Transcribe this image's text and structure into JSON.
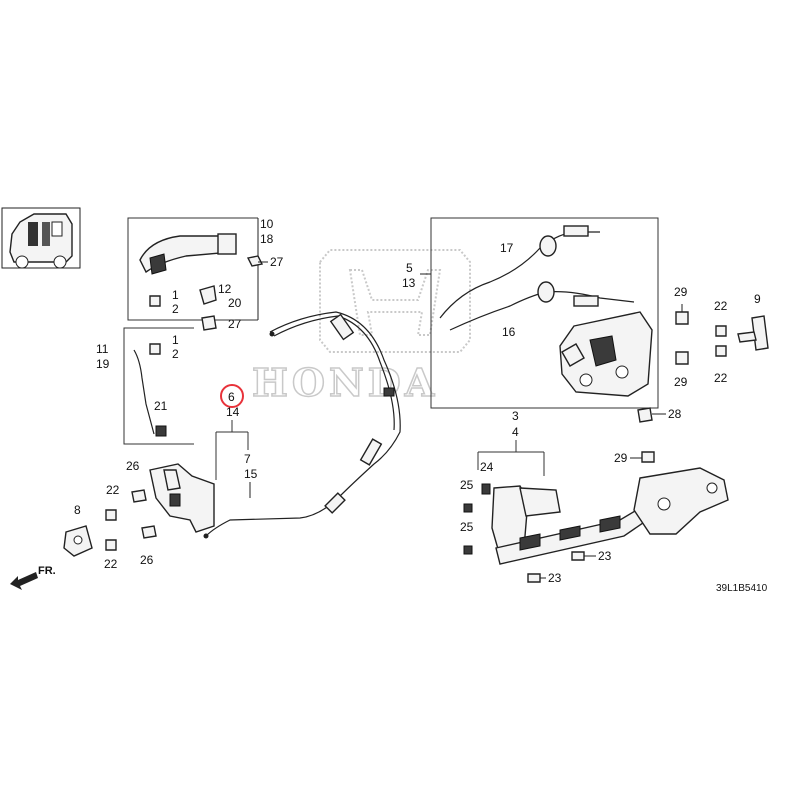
{
  "diagram": {
    "brand_watermark": "HONDA",
    "image_code": "39L1B5410",
    "direction_marker": "FR.",
    "highlighted_callout": "6",
    "callouts": {
      "c10": "10",
      "c18": "18",
      "c27a": "27",
      "c12": "12",
      "c20": "20",
      "c27b": "27",
      "c1a": "1",
      "c2a": "2",
      "c11": "11",
      "c19": "19",
      "c1b": "1",
      "c2b": "2",
      "c21": "21",
      "c6": "6",
      "c14": "14",
      "c7": "7",
      "c15": "15",
      "c26a": "26",
      "c22a": "22",
      "c8": "8",
      "c22b": "22",
      "c26b": "26",
      "c5": "5",
      "c13": "13",
      "c17": "17",
      "c16": "16",
      "c29a": "29",
      "c29b": "29",
      "c22c": "22",
      "c22d": "22",
      "c9": "9",
      "c28": "28",
      "c3": "3",
      "c4": "4",
      "c24": "24",
      "c25a": "25",
      "c25b": "25",
      "c29c": "29",
      "c23a": "23",
      "c23b": "23"
    },
    "colors": {
      "highlight_ring": "#e8323a",
      "watermark": "#c9c9c9",
      "ink": "#111111"
    }
  }
}
